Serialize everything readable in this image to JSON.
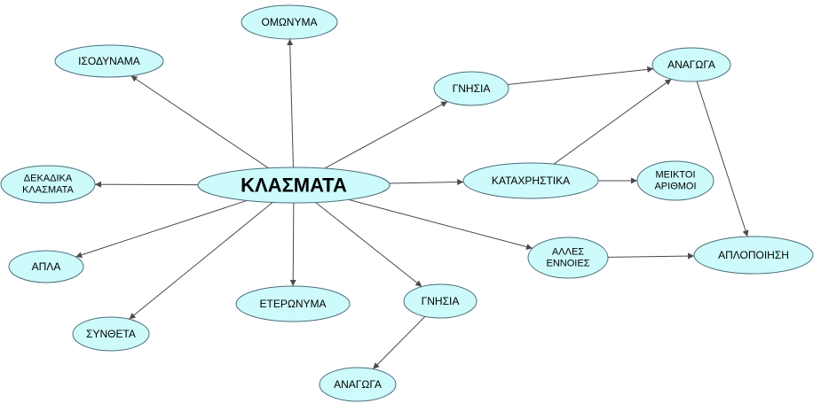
{
  "colors": {
    "node_fill": "#cdfafa",
    "node_stroke": "#4d6d7d",
    "edge": "#4a4a4a",
    "text": "#000000"
  },
  "nodes": [
    {
      "id": "klasmata",
      "lines": [
        "ΚΛΑΣΜΑΤΑ"
      ],
      "central": true
    },
    {
      "id": "omonyma",
      "lines": [
        "ΟΜΩΝΥΜΑ"
      ]
    },
    {
      "id": "isodynama",
      "lines": [
        "ΙΣΟΔΥΝΑΜΑ"
      ]
    },
    {
      "id": "dekadika",
      "lines": [
        "ΔΕΚΑΔΙΚΑ",
        "ΚΛΑΣΜΑΤΑ"
      ]
    },
    {
      "id": "apla",
      "lines": [
        "ΑΠΛΑ"
      ]
    },
    {
      "id": "syntheta",
      "lines": [
        "ΣΥΝΘΕΤΑ"
      ]
    },
    {
      "id": "eteronyma",
      "lines": [
        "ΕΤΕΡΩΝΥΜΑ"
      ]
    },
    {
      "id": "gnisia_bottom",
      "lines": [
        "ΓΝΗΣΙΑ"
      ]
    },
    {
      "id": "anagoga_bottom",
      "lines": [
        "ΑΝΑΓΩΓΑ"
      ]
    },
    {
      "id": "gnisia_top",
      "lines": [
        "ΓΝΗΣΙΑ"
      ]
    },
    {
      "id": "anagoga_top",
      "lines": [
        "ΑΝΑΓΩΓΑ"
      ]
    },
    {
      "id": "katachristika",
      "lines": [
        "ΚΑΤΑΧΡΗΣΤΙΚΑ"
      ]
    },
    {
      "id": "meiktoi",
      "lines": [
        "ΜΕΙΚΤΟΙ",
        "ΑΡΙΘΜΟΙ"
      ]
    },
    {
      "id": "alles_ennoies",
      "lines": [
        "ΑΛΛΕΣ",
        "ΕΝΝΟΙΕΣ"
      ]
    },
    {
      "id": "aplopoiisi",
      "lines": [
        "ΑΠΛΟΠΟΙΗΣΗ"
      ]
    }
  ],
  "edges": [
    {
      "from": "klasmata",
      "to": "omonyma"
    },
    {
      "from": "klasmata",
      "to": "isodynama"
    },
    {
      "from": "klasmata",
      "to": "dekadika"
    },
    {
      "from": "klasmata",
      "to": "apla"
    },
    {
      "from": "klasmata",
      "to": "syntheta"
    },
    {
      "from": "klasmata",
      "to": "eteronyma"
    },
    {
      "from": "klasmata",
      "to": "gnisia_bottom"
    },
    {
      "from": "gnisia_bottom",
      "to": "anagoga_bottom"
    },
    {
      "from": "klasmata",
      "to": "gnisia_top"
    },
    {
      "from": "gnisia_top",
      "to": "anagoga_top"
    },
    {
      "from": "klasmata",
      "to": "katachristika"
    },
    {
      "from": "katachristika",
      "to": "meiktoi"
    },
    {
      "from": "katachristika",
      "to": "anagoga_top"
    },
    {
      "from": "klasmata",
      "to": "alles_ennoies"
    },
    {
      "from": "alles_ennoies",
      "to": "aplopoiisi"
    },
    {
      "from": "anagoga_top",
      "to": "aplopoiisi"
    }
  ]
}
